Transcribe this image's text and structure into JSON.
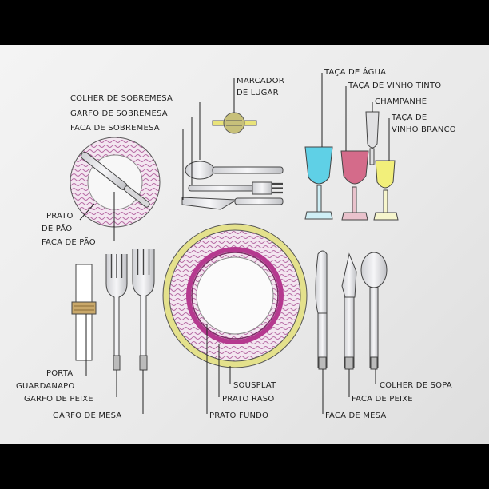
{
  "labels": {
    "colher_sobremesa": "COLHER DE SOBREMESA",
    "garfo_sobremesa": "GARFO DE SOBREMESA",
    "faca_sobremesa": "FACA DE SOBREMESA",
    "marcador_1": "MARCADOR",
    "marcador_2": "DE LUGAR",
    "taca_agua": "TAÇA DE ÁGUA",
    "taca_vinho_tinto": "TAÇA DE VINHO TINTO",
    "champanhe": "CHAMPANHE",
    "taca_vinho_branco_1": "TAÇA DE",
    "taca_vinho_branco_2": "VINHO BRANCO",
    "prato_pao_1": "PRATO",
    "prato_pao_2": "DE PÃO",
    "faca_pao": "FACA DE PÃO",
    "porta_guardanapo_1": "PORTA",
    "porta_guardanapo_2": "GUARDANAPO",
    "garfo_peixe": "GARFO DE PEIXE",
    "garfo_mesa": "GARFO DE MESA",
    "sousplat": "SOUSPLAT",
    "prato_raso": "PRATO RASO",
    "prato_fundo": "PRATO FUNDO",
    "colher_sopa": "COLHER DE SOPA",
    "faca_peixe": "FACA DE PEIXE",
    "faca_mesa": "FACA DE MESA"
  },
  "colors": {
    "plate_rim": "#b5398f",
    "sousplat": "#e3e08a",
    "water_glass": "#5fd0e6",
    "red_wine_glass": "#d46b8a",
    "white_wine_glass": "#f2ef7a",
    "cutlery": "#e8e8ea",
    "napkin_ring": "#c9a86a"
  },
  "icons": [
    "plate-icon",
    "fork-icon",
    "knife-icon",
    "spoon-icon",
    "glass-icon",
    "napkin-icon",
    "place-card-icon"
  ]
}
